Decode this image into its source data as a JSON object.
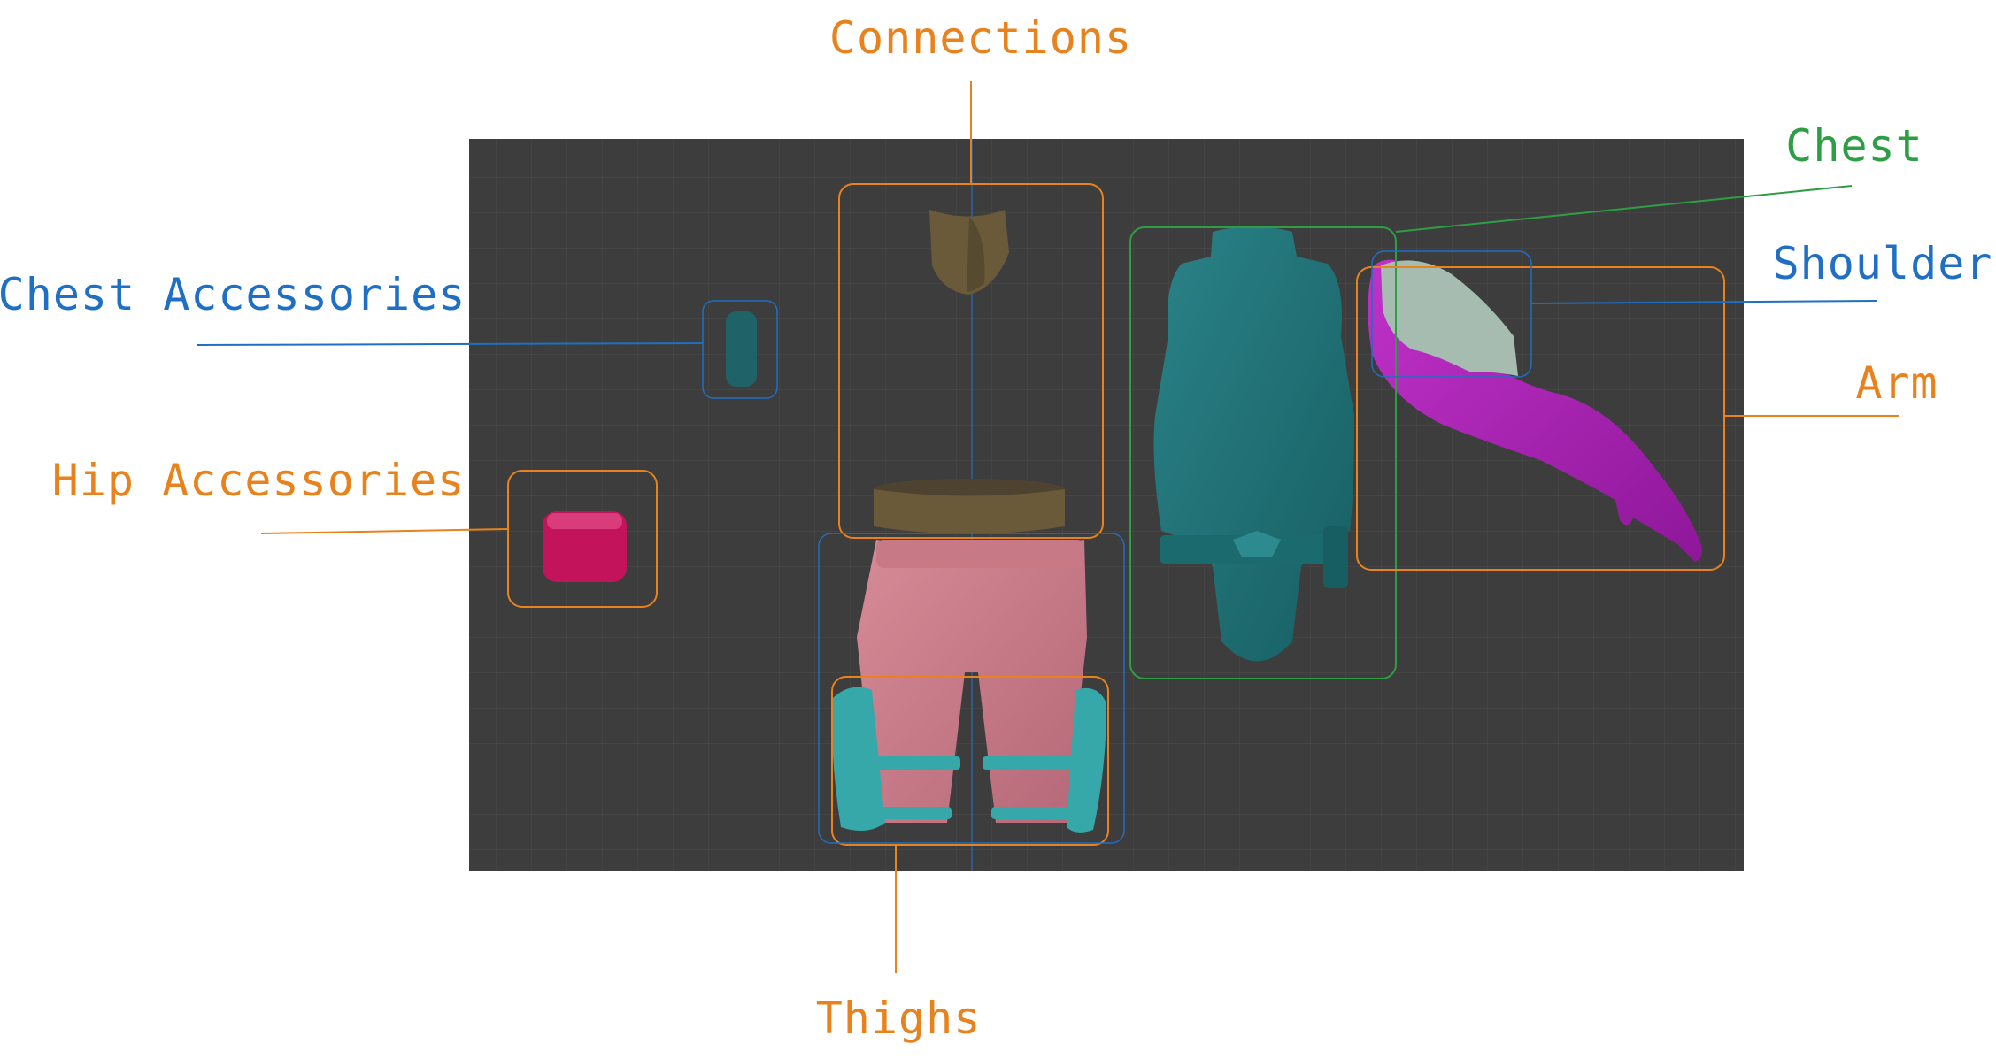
{
  "labels": {
    "connections": "Connections",
    "chest": "Chest",
    "shoulder": "Shoulder",
    "arm": "Arm",
    "chest_accessories": "Chest Accessories",
    "hip_accessories": "Hip Accessories",
    "thighs": "Thighs"
  },
  "colors": {
    "orange": "#e8821c",
    "blue": "#1f6fc4",
    "green": "#2e9e45",
    "viewport": "#3d3d3d",
    "teal": "#1d6e72",
    "pink": "#c77986",
    "magenta": "#a91fb2",
    "crimson": "#c3135a",
    "olive": "#6b5a3a",
    "light_teal": "#37a8aa",
    "pale_green": "#a7bcb1"
  }
}
